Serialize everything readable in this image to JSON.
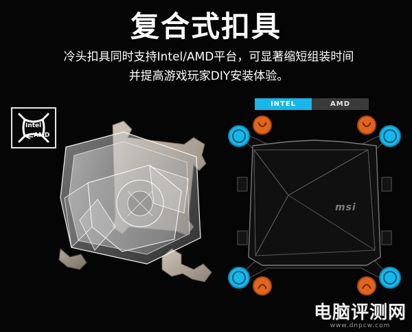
{
  "title": "复合式扣具",
  "description": {
    "line1": "冷头扣具同时支持Intel/AMD平台，可显著缩短组装时间",
    "line2": "并提高游戏玩家DIY安装体验。"
  },
  "badge": {
    "intel_label": "Intel",
    "amd_label": "AMD"
  },
  "tabs": {
    "intel": "INTEL",
    "amd": "AMD",
    "active": "INTEL"
  },
  "diagram": {
    "brand_logo_text": "msi"
  },
  "colors": {
    "intel_accent": "#19b6ea",
    "amd_accent": "#e2641f",
    "tab_inactive": "#3a3a3a"
  },
  "watermark": {
    "main": "电脑评测网",
    "sub": "www.dnpcw.com"
  }
}
